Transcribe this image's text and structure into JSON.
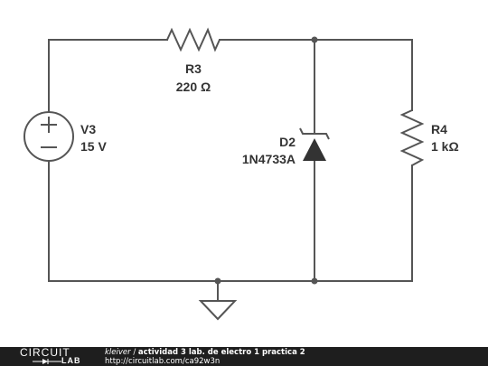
{
  "components": {
    "source": {
      "name": "V3",
      "value": "15 V"
    },
    "resistor_series": {
      "name": "R3",
      "value": "220 Ω"
    },
    "zener": {
      "name": "D2",
      "value": "1N4733A"
    },
    "resistor_load": {
      "name": "R4",
      "value": "1 kΩ"
    }
  },
  "footer": {
    "logo_top": "CIRCUIT",
    "logo_bottom": "LAB",
    "author": "kleiver",
    "separator": "/",
    "title": "actividad 3 lab. de electro 1 practica 2",
    "url": "http://circuitlab.com/ca92w3n"
  },
  "colors": {
    "wire": "#555555",
    "label": "#333333",
    "footer_bg": "#1e1e1e"
  }
}
